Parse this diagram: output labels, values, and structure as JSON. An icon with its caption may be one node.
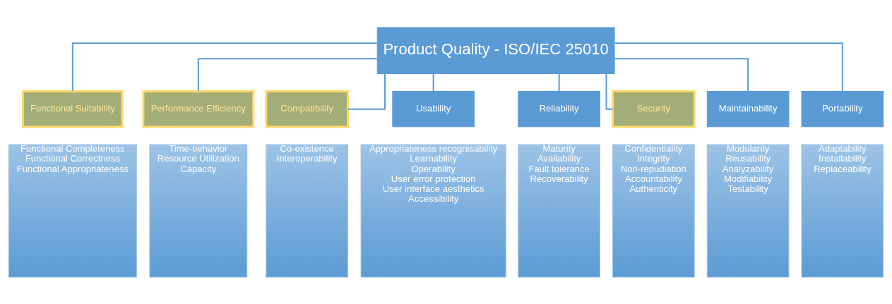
{
  "diagram": {
    "nodes": [
      {
        "text": [
          "Product Quality - ISO/IEC 25010"
        ]
      },
      {
        "text": [
          "Functional Suitability"
        ]
      },
      {
        "text": [
          "Performance Efficiency"
        ]
      },
      {
        "text": [
          "Compatibility"
        ]
      },
      {
        "text": [
          "Usability"
        ]
      },
      {
        "text": [
          "Reliability"
        ]
      },
      {
        "text": [
          "Security"
        ]
      },
      {
        "text": [
          "Maintainability"
        ]
      },
      {
        "text": [
          "Portability"
        ]
      },
      {
        "text": [
          "Functional Completeness",
          "Functional Correctness",
          "Functional Appropriateness"
        ]
      },
      {
        "text": [
          "Time-behavior",
          "Resource Utilization",
          "Capacity"
        ]
      },
      {
        "text": [
          "Co-existence",
          "Interoperability"
        ]
      },
      {
        "text": [
          "Appropriateness recognisability",
          "Learnability",
          "Operability",
          "User error protection",
          "User interface aesthetics",
          "Accessibility"
        ]
      },
      {
        "text": [
          "Maturity",
          "Availability",
          "Fault tolerance",
          "Recoverability"
        ]
      },
      {
        "text": [
          "Confidentiality",
          "Integrity",
          "Non-repudiation",
          "Accountability",
          "Authenticity"
        ]
      },
      {
        "text": [
          "Modularity",
          "Reusability",
          "Analyzability",
          "Modifiability",
          "Testability"
        ]
      },
      {
        "text": [
          "Adaptability",
          "Installability",
          "Replaceability"
        ]
      }
    ],
    "edges": [
      {
        "from": 0,
        "to": 1,
        "arrow": "none"
      },
      {
        "from": 0,
        "to": 2,
        "arrow": "none"
      },
      {
        "from": 0,
        "to": 3,
        "arrow": "none"
      },
      {
        "from": 0,
        "to": 4,
        "arrow": "none"
      },
      {
        "from": 0,
        "to": 5,
        "arrow": "none"
      },
      {
        "from": 0,
        "to": 6,
        "arrow": "none"
      },
      {
        "from": 0,
        "to": 7,
        "arrow": "none"
      },
      {
        "from": 0,
        "to": 8,
        "arrow": "none"
      }
    ]
  }
}
